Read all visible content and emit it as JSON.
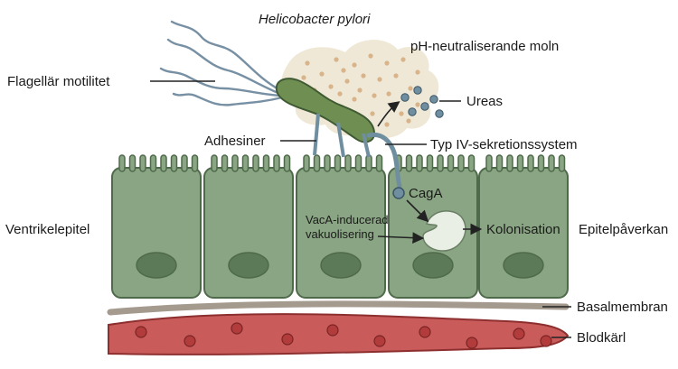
{
  "title": "Helicobacter pylori",
  "labels": {
    "ph_cloud": "pH-neutraliserande moln",
    "flagella": "Flagellär motilitet",
    "urease": "Ureas",
    "adhesins": "Adhesiner",
    "t4ss": "Typ IV-sekretionssystem",
    "caga": "CagA",
    "vaca_line1": "VacA-inducerad",
    "vaca_line2": "vakuolisering",
    "colonisation": "Kolonisation",
    "gastric_epithelium": "Ventrikelepitel",
    "epithelial_effect": "Epitelpåverkan",
    "basement_membrane": "Basalmembran",
    "blood_vessel": "Blodkärl"
  },
  "colors": {
    "cell_fill": "#8aa583",
    "cell_stroke": "#4f6a4b",
    "nucleus": "#5c7a57",
    "bacterium": "#6f8f52",
    "cloud": "#efe8d6",
    "cloud_dots": "#d9b48a",
    "urease_dots": "#6f8fa0",
    "basement_membrane": "#a49a8e",
    "vessel": "#c95b5b",
    "vessel_cells": "#b23c3c",
    "vacuole": "#e9efe4"
  }
}
